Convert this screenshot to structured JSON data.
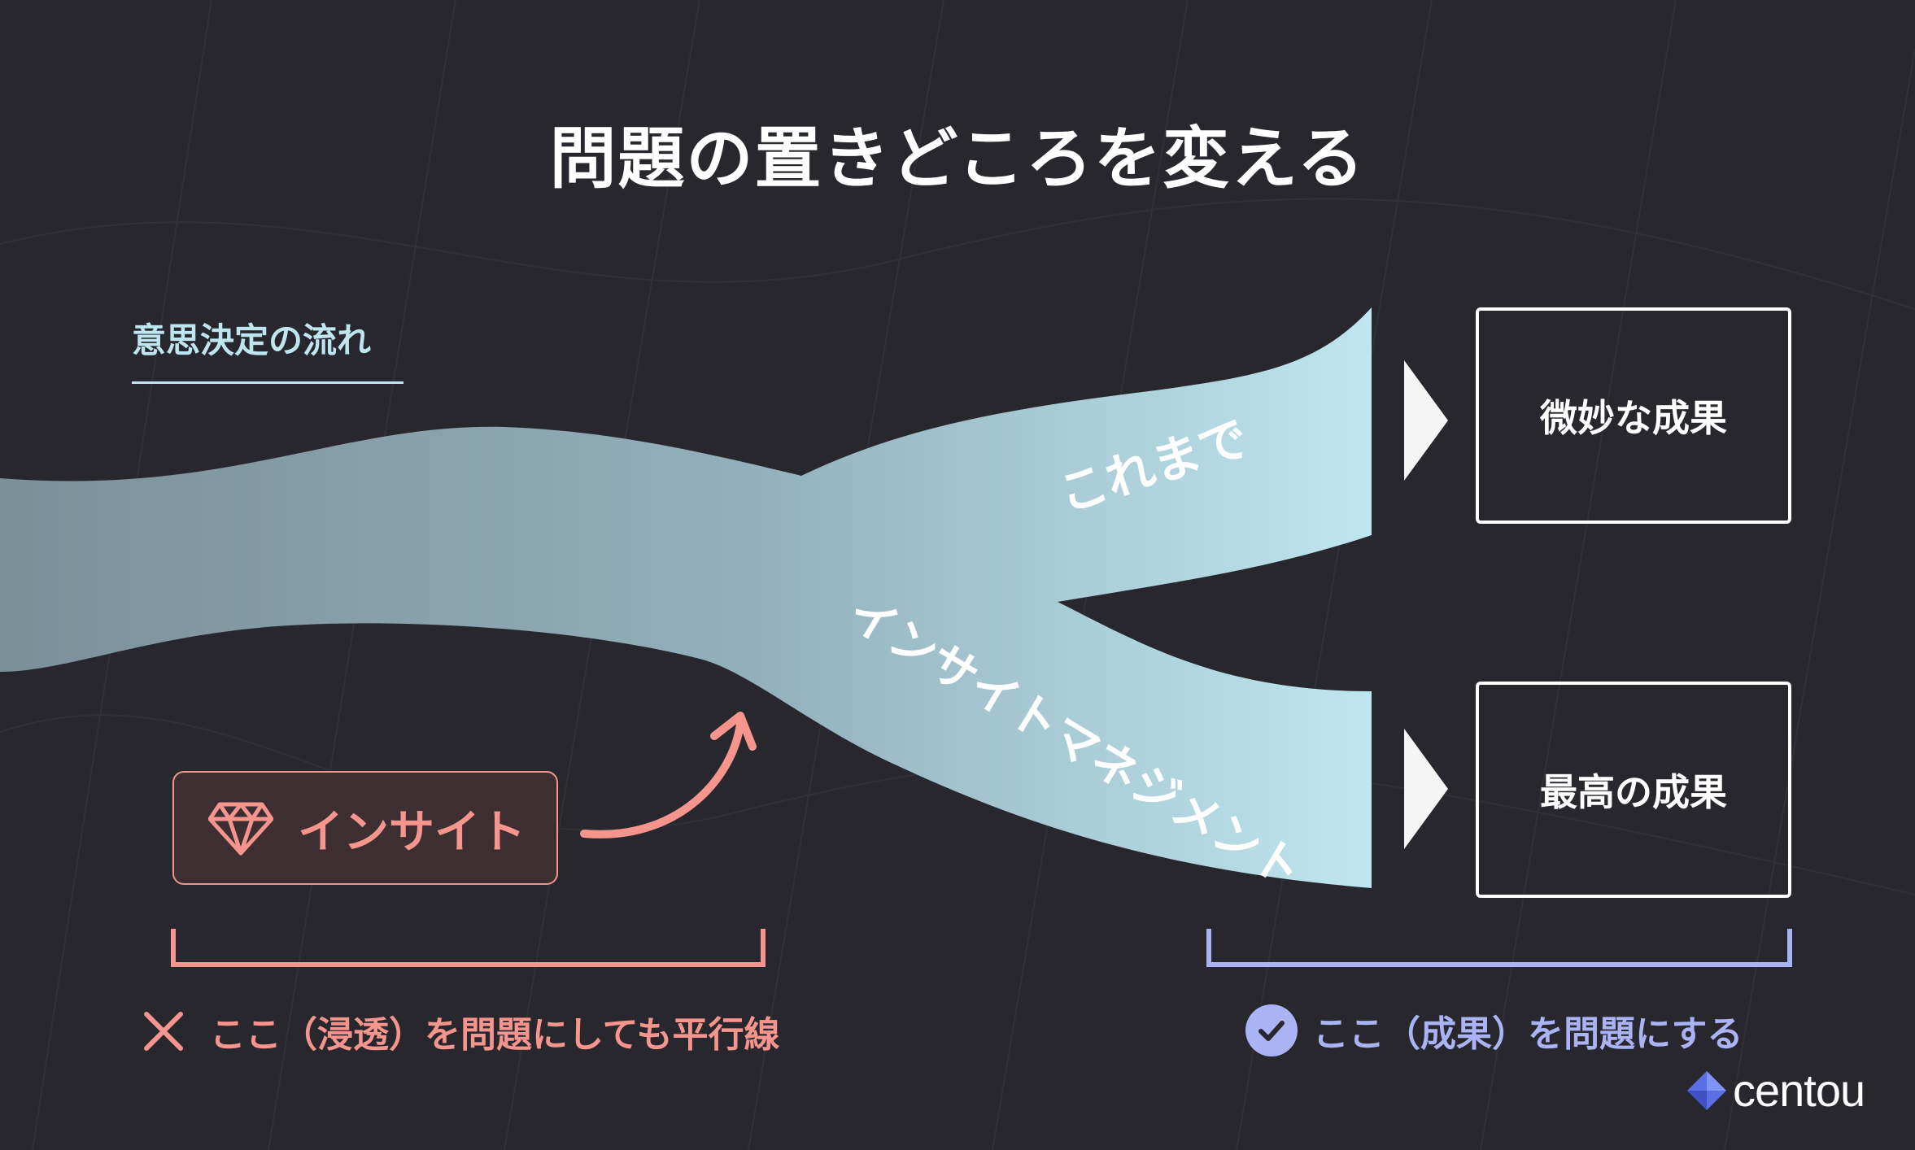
{
  "title": "問題の置きどころを変える",
  "flow": {
    "label": "意思決定の流れ",
    "branch_upper_label": "これまで",
    "branch_lower_label": "インサイトマネジメント"
  },
  "outcomes": {
    "upper": "微妙な成果",
    "lower": "最高の成果"
  },
  "insight": {
    "label": "インサイト",
    "icon": "diamond-icon"
  },
  "notes": {
    "left": {
      "text": "ここ（浸透）を問題にしても平行線",
      "icon": "cross-icon",
      "color": "#f5958e"
    },
    "right": {
      "text": "ここ（成果）を問題にする",
      "icon": "check-circle-icon",
      "color": "#aab4f5"
    }
  },
  "brand": {
    "name": "centou",
    "accent": "#5a6fe6"
  },
  "colors": {
    "background": "#27272d",
    "stream_start": "#7b8f99",
    "stream_end": "#bfe6f0",
    "insight_accent": "#f5958e",
    "success_accent": "#aab4f5"
  }
}
